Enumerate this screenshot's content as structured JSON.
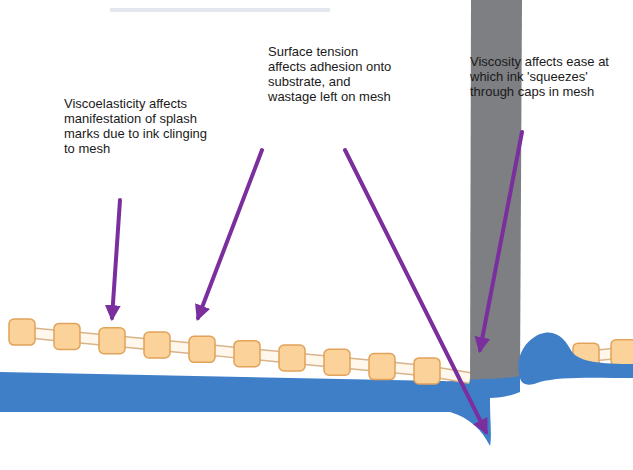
{
  "diagram": {
    "labels": [
      "Viscoelasticity affects manifestation of splash marks due to ink clinging to mesh",
      "Surface tension affects adhesion onto substrate, and wastage left on mesh",
      "Viscosity affects ease at which ink 'squeezes' through caps in mesh"
    ]
  }
}
